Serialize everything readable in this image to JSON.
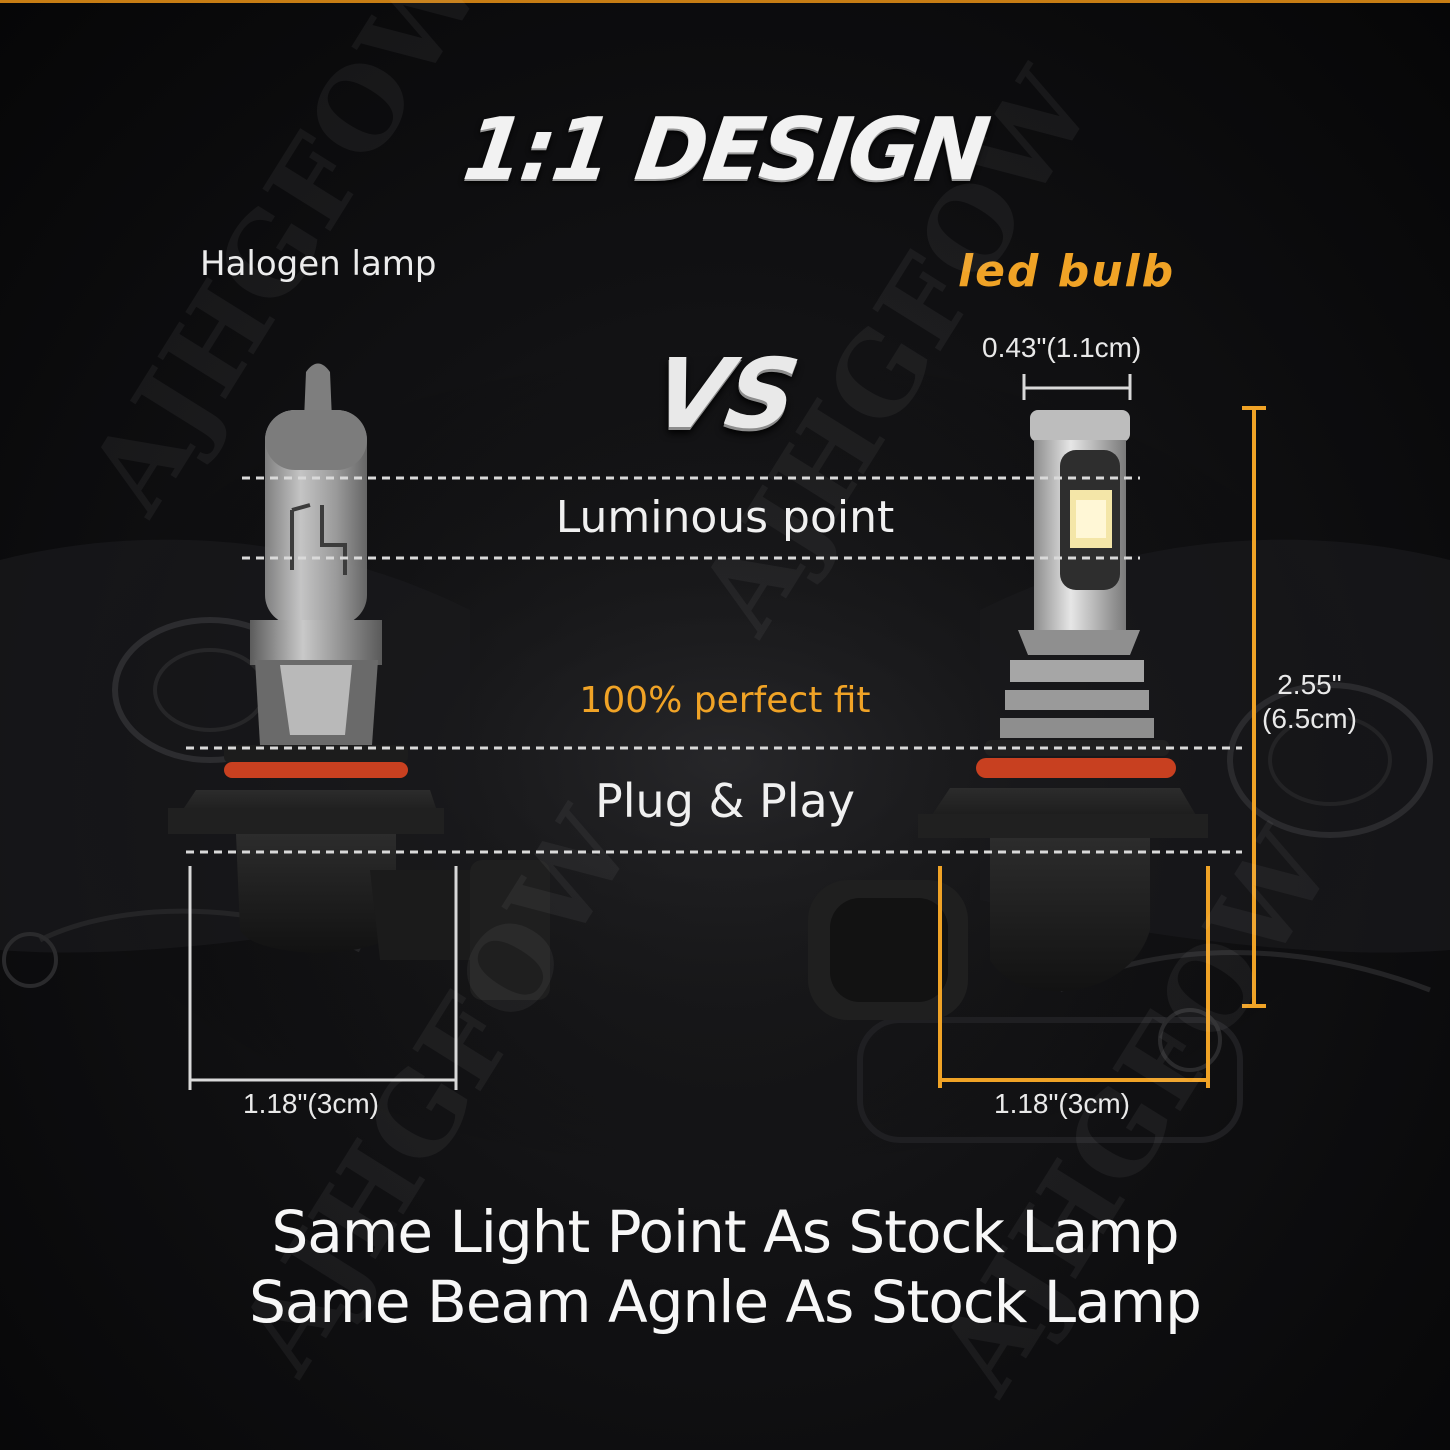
{
  "headline": "1:1 DESIGN",
  "vs_label": "VS",
  "halogen_label": "Halogen lamp",
  "led_label": "led bulb",
  "comparison": {
    "luminous_point": "Luminous point",
    "perfect_fit": "100% perfect fit",
    "plug_play": "Plug & Play"
  },
  "dimensions": {
    "led_top_width": "0.43\"(1.1cm)",
    "led_height_in": "2.55\"",
    "led_height_cm": "(6.5cm)",
    "halogen_base_width": "1.18\"(3cm)",
    "led_base_width": "1.18\"(3cm)"
  },
  "footer": {
    "line1": "Same Light Point As Stock Lamp",
    "line2": "Same Beam Agnle As Stock Lamp"
  },
  "watermark": "AJHGFOW",
  "colors": {
    "accent": "#f0a326",
    "text": "#f0f0f0",
    "background": "#0b0b0c"
  }
}
